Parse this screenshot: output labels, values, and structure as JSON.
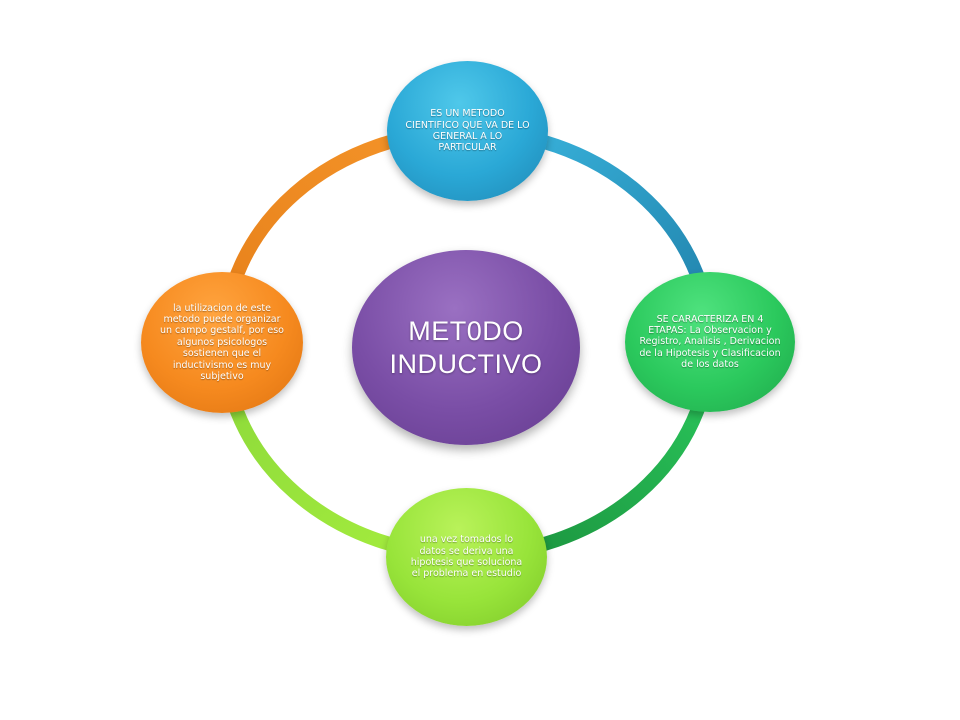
{
  "center": {
    "line1": "MET0DO",
    "line2": "INDUCTIVO"
  },
  "nodes": {
    "top": "ES UN METODO CIENTIFICO QUE VA DE LO GENERAL A LO PARTICULAR",
    "right": "SE CARACTERIZA  EN 4 ETAPAS: La Observacion y Registro, Analisis , Derivacion de la Hipotesis y Clasificacion de los datos",
    "bottom": "una vez tomados lo datos se deriva una hipotesis que soluciona el problema en estudio",
    "left": "la utilizacion de este metodo puede organizar un campo gestalf, por eso algunos psicologos sostienen que el inductivismo es muy subjetivo"
  },
  "colors": {
    "top": "#2aa8d6",
    "right": "#2bc95d",
    "bottom": "#98e43a",
    "left": "#f68a1f",
    "center": "#7a4ea6"
  }
}
